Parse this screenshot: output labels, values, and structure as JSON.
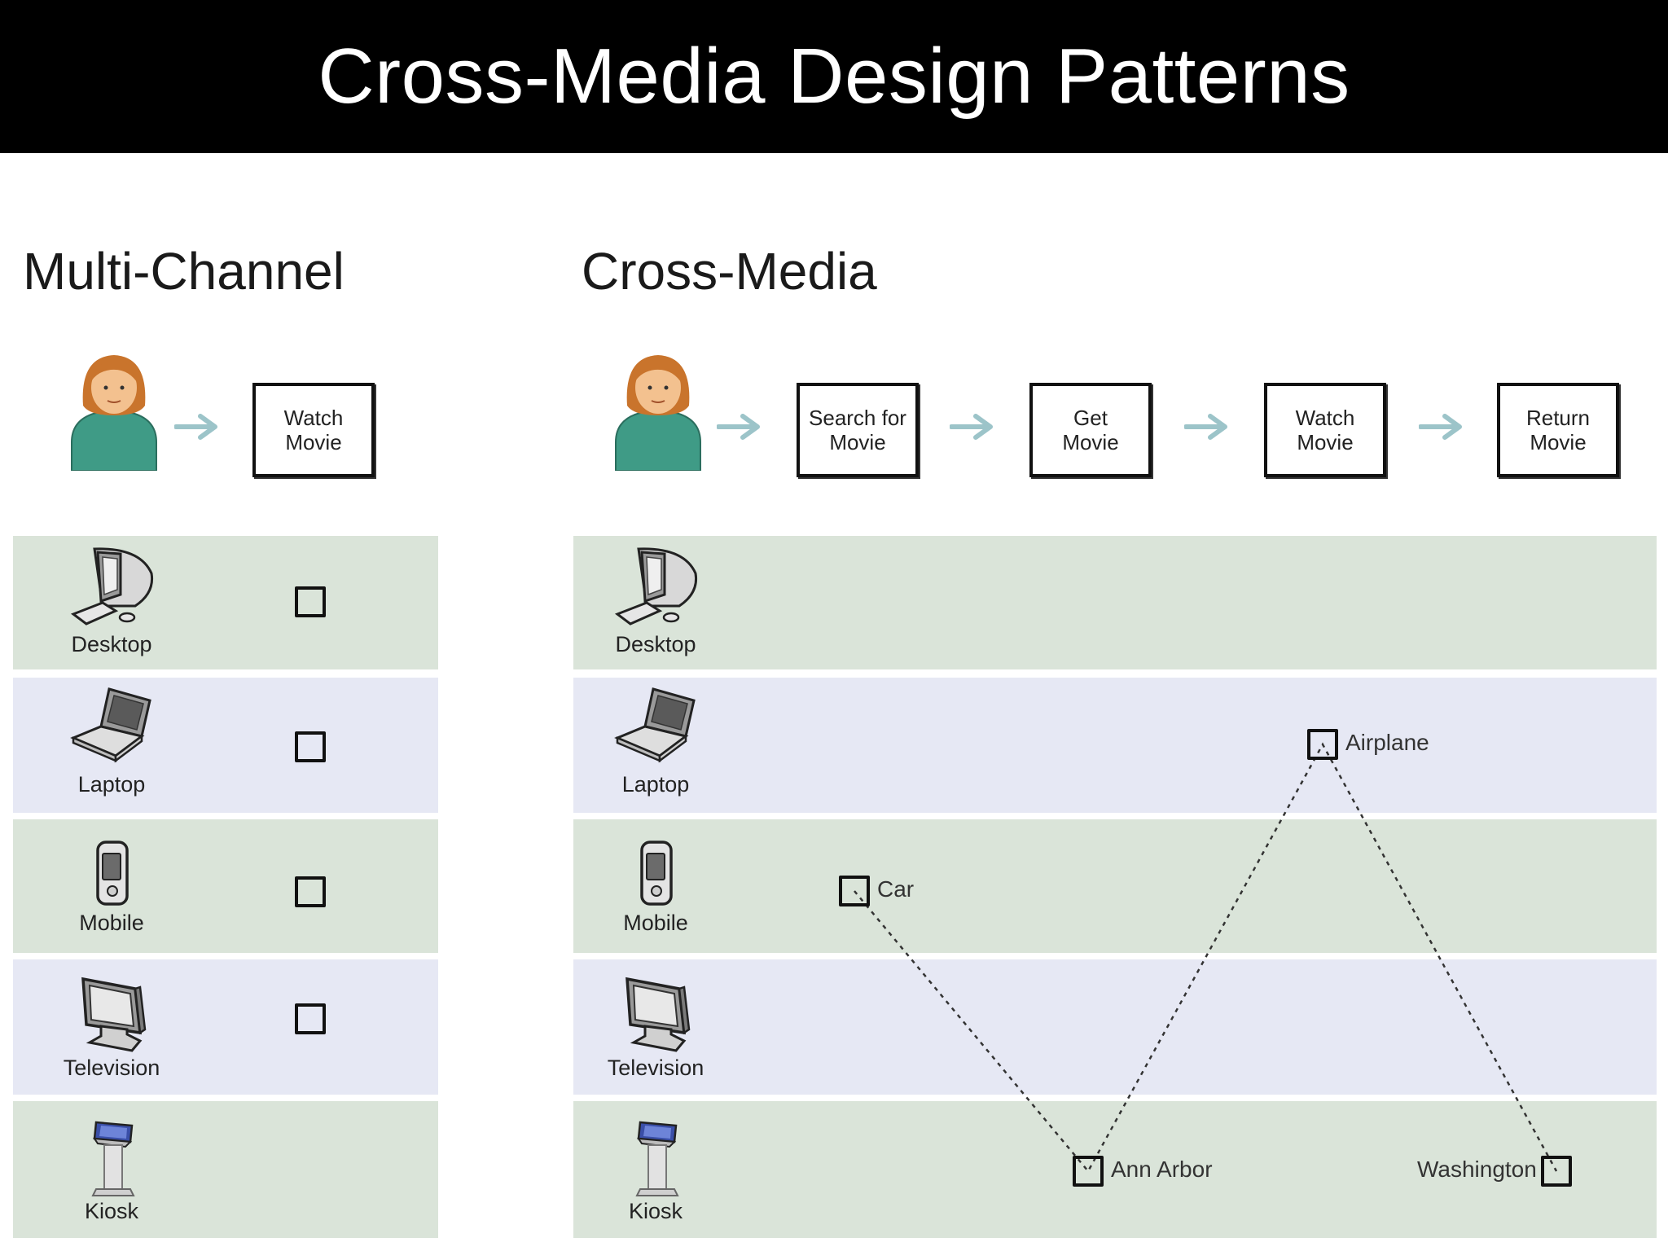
{
  "title": "Cross-Media Design Patterns",
  "left": {
    "heading": "Multi-Channel",
    "step": "Watch\nMovie",
    "devices": [
      "Desktop",
      "Laptop",
      "Mobile",
      "Television",
      "Kiosk"
    ]
  },
  "right": {
    "heading": "Cross-Media",
    "steps": [
      "Search for\nMovie",
      "Get\nMovie",
      "Watch\nMovie",
      "Return\nMovie"
    ],
    "devices": [
      "Desktop",
      "Laptop",
      "Mobile",
      "Television",
      "Kiosk"
    ],
    "points": [
      "Car",
      "Ann Arbor",
      "Airplane",
      "Washington"
    ]
  },
  "icons": [
    "person-icon",
    "arrow-right-icon",
    "desktop-icon",
    "laptop-icon",
    "mobile-icon",
    "television-icon",
    "kiosk-icon"
  ],
  "colors": {
    "band_green": "#dae4d9",
    "band_blue": "#e6e8f4",
    "arrow": "#9cc4c9",
    "person_shirt": "#3f9b86",
    "person_hair": "#c9742c"
  }
}
